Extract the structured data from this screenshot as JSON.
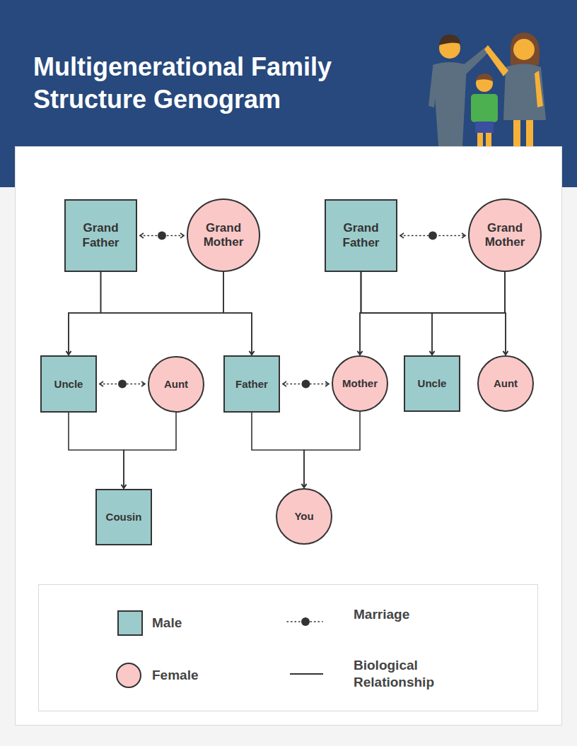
{
  "diagram": {
    "title": "Multigenerational Family Structure Genogram",
    "nodes": [
      {
        "text": [
          "Grand Father"
        ]
      },
      {
        "text": [
          "Grand Mother"
        ]
      },
      {
        "text": [
          "Grand Father"
        ]
      },
      {
        "text": [
          "Grand Mother"
        ]
      },
      {
        "text": [
          "Uncle"
        ]
      },
      {
        "text": [
          "Aunt"
        ]
      },
      {
        "text": [
          "Father"
        ]
      },
      {
        "text": [
          "Mother"
        ]
      },
      {
        "text": [
          "Uncle"
        ]
      },
      {
        "text": [
          "Aunt"
        ]
      },
      {
        "text": [
          "Cousin"
        ]
      },
      {
        "text": [
          "You"
        ]
      }
    ],
    "edges": [
      {
        "from": 0,
        "to": 1,
        "arrow": "both"
      },
      {
        "from": 2,
        "to": 3,
        "arrow": "both"
      },
      {
        "from": 0,
        "to": 4,
        "arrow": "to"
      },
      {
        "from": 0,
        "to": 6,
        "arrow": "to"
      },
      {
        "from": 1,
        "to": 4,
        "arrow": "to"
      },
      {
        "from": 1,
        "to": 6,
        "arrow": "to"
      },
      {
        "from": 2,
        "to": 7,
        "arrow": "to"
      },
      {
        "from": 2,
        "to": 8,
        "arrow": "to"
      },
      {
        "from": 2,
        "to": 9,
        "arrow": "to"
      },
      {
        "from": 3,
        "to": 7,
        "arrow": "to"
      },
      {
        "from": 3,
        "to": 8,
        "arrow": "to"
      },
      {
        "from": 3,
        "to": 9,
        "arrow": "to"
      },
      {
        "from": 4,
        "to": 5,
        "arrow": "both"
      },
      {
        "from": 6,
        "to": 7,
        "arrow": "both"
      },
      {
        "from": 4,
        "to": 10,
        "arrow": "to"
      },
      {
        "from": 5,
        "to": 10,
        "arrow": "to"
      },
      {
        "from": 6,
        "to": 11,
        "arrow": "to"
      },
      {
        "from": 7,
        "to": 11,
        "arrow": "to"
      }
    ],
    "legend": [
      {
        "text": "Male",
        "color": "#9ccbcb"
      },
      {
        "text": "Female",
        "color": "#fbc8c8"
      },
      {
        "text": "Marriage"
      },
      {
        "text": "Biological Relationship"
      }
    ]
  }
}
